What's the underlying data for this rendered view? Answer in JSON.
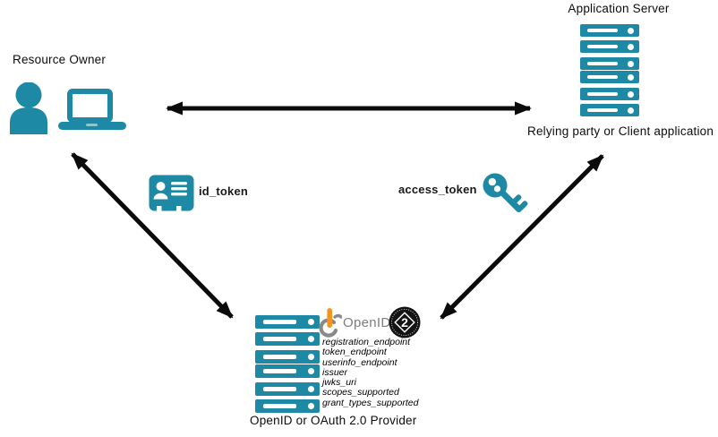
{
  "colors": {
    "teal": "#1E89A4",
    "arrow_black": "#0B0B0B",
    "openid_gray": "#8A8A8A",
    "openid_orange": "#F7941D",
    "badge_black": "#131313"
  },
  "nodes": {
    "resource_owner": {
      "label": "Resource Owner"
    },
    "application_server": {
      "label": "Application Server",
      "sublabel": "Relying party or Client application"
    },
    "provider": {
      "label": "OpenID or OAuth 2.0 Provider",
      "endpoints": [
        "registration_endpoint",
        "token_endpoint",
        "userinfo_endpoint",
        "issuer",
        "jwks_uri",
        "scopes_supported",
        "grant_types_supported"
      ]
    }
  },
  "tokens": {
    "id_token": "id_token",
    "access_token": "access_token"
  },
  "openid_logo": {
    "wordmark": "OpenID",
    "badge_number": "2"
  }
}
